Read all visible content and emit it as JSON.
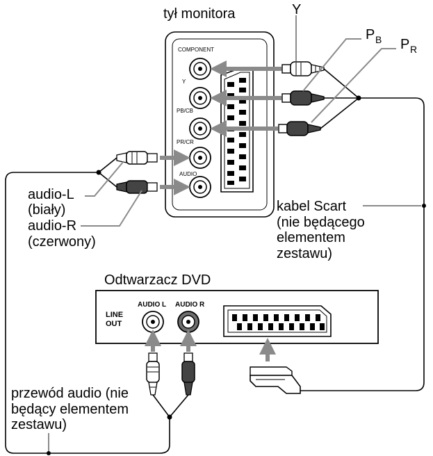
{
  "monitor": {
    "title": "tył monitora",
    "component_label": "COMPONENT",
    "jack_y": "Y",
    "jack_pb": "PB/CB",
    "jack_pr": "PR/CR",
    "audio_label": "AUDIO"
  },
  "component_cable": {
    "y": "Y",
    "pb_main": "P",
    "pb_sub": "B",
    "pr_main": "P",
    "pr_sub": "R"
  },
  "audio_labels": {
    "left_1": "audio-L",
    "left_2": "(biały)",
    "right_1": "audio-R",
    "right_2": "(czerwony)"
  },
  "scart_cable": {
    "line1": "kabel Scart",
    "line2": "(nie będącego",
    "line3": "elementem",
    "line4": "zestawu)"
  },
  "dvd": {
    "title": "Odtwarzacz DVD",
    "line_out_1": "LINE",
    "line_out_2": "OUT",
    "audio_l": "AUDIO L",
    "audio_r": "AUDIO R"
  },
  "audio_cable": {
    "line1": "przewód audio (nie",
    "line2": "będący elementem",
    "line3": "zestawu)"
  },
  "colors": {
    "line": "#000000",
    "arrow": "#8a8a8a",
    "plug_dark": "#444444",
    "plug_red_jack": "#6f6f6f"
  }
}
